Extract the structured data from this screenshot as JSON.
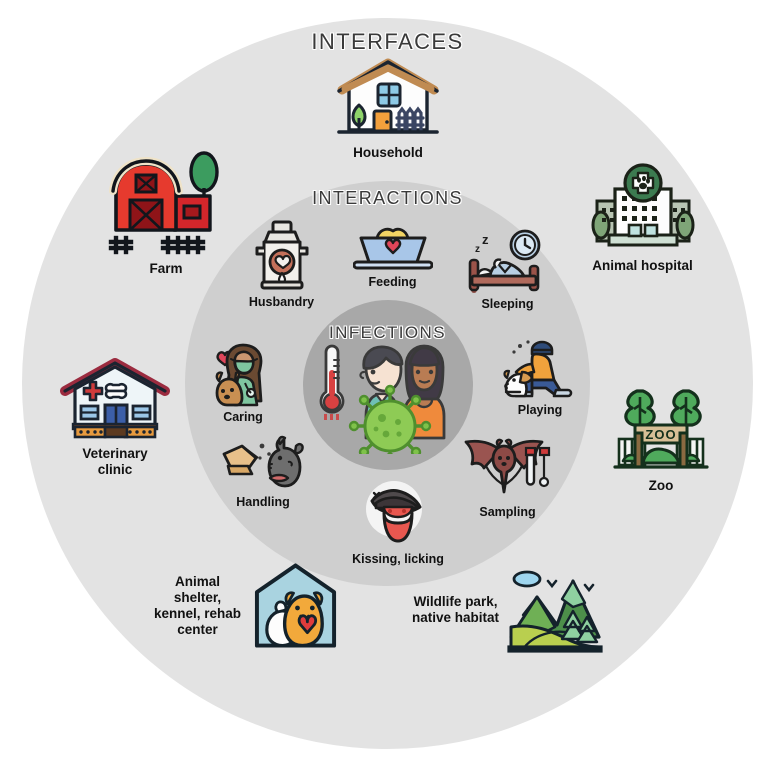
{
  "figure": {
    "type": "concentric-circles-diagram",
    "rings": [
      {
        "id": "outer",
        "title": "INTERFACES"
      },
      {
        "id": "middle",
        "title": "INTERACTIONS"
      },
      {
        "id": "inner",
        "title": "INFECTIONS"
      }
    ],
    "colors": {
      "background": "#ffffff",
      "ring_outer": "#e3e3e3",
      "ring_middle": "#cfcfcf",
      "ring_inner": "#a8a8a8",
      "title_text": "#3a3a3a",
      "label_text": "#111111"
    }
  },
  "interfaces": {
    "title": "INTERFACES",
    "items": [
      {
        "id": "household",
        "label": "Household",
        "icon": "house-icon"
      },
      {
        "id": "farm",
        "label": "Farm",
        "icon": "barn-icon"
      },
      {
        "id": "animal_hospital",
        "label": "Animal hospital",
        "icon": "hospital-icon"
      },
      {
        "id": "veterinary",
        "label": "Veterinary\nclinic",
        "icon": "vet-clinic-icon"
      },
      {
        "id": "zoo",
        "label": "Zoo",
        "icon": "zoo-gate-icon"
      },
      {
        "id": "shelter",
        "label": "Animal shelter,\nkennel, rehab\ncenter",
        "icon": "shelter-house-icon"
      },
      {
        "id": "wildlife",
        "label": "Wildlife park,\nnative habitat",
        "icon": "mountains-icon"
      }
    ]
  },
  "interactions": {
    "title": "INTERACTIONS",
    "items": [
      {
        "id": "husbandry",
        "label": "Husbandry",
        "icon": "milk-can-icon"
      },
      {
        "id": "feeding",
        "label": "Feeding",
        "icon": "pet-bowl-icon"
      },
      {
        "id": "sleeping",
        "label": "Sleeping",
        "icon": "bed-clock-icon"
      },
      {
        "id": "caring",
        "label": "Caring",
        "icon": "caregiver-dog-icon"
      },
      {
        "id": "playing",
        "label": "Playing",
        "icon": "person-playing-dog-icon"
      },
      {
        "id": "handling",
        "label": "Handling",
        "icon": "hand-rodent-icon"
      },
      {
        "id": "sampling",
        "label": "Sampling",
        "icon": "bat-test-tube-icon"
      },
      {
        "id": "kissing",
        "label": "Kissing, licking",
        "icon": "dog-tongue-icon"
      }
    ]
  },
  "infections": {
    "title": "INFECTIONS",
    "icon": "people-thermometer-virus-icon",
    "elements": [
      "thermometer",
      "person-male",
      "person-female",
      "virus"
    ]
  }
}
